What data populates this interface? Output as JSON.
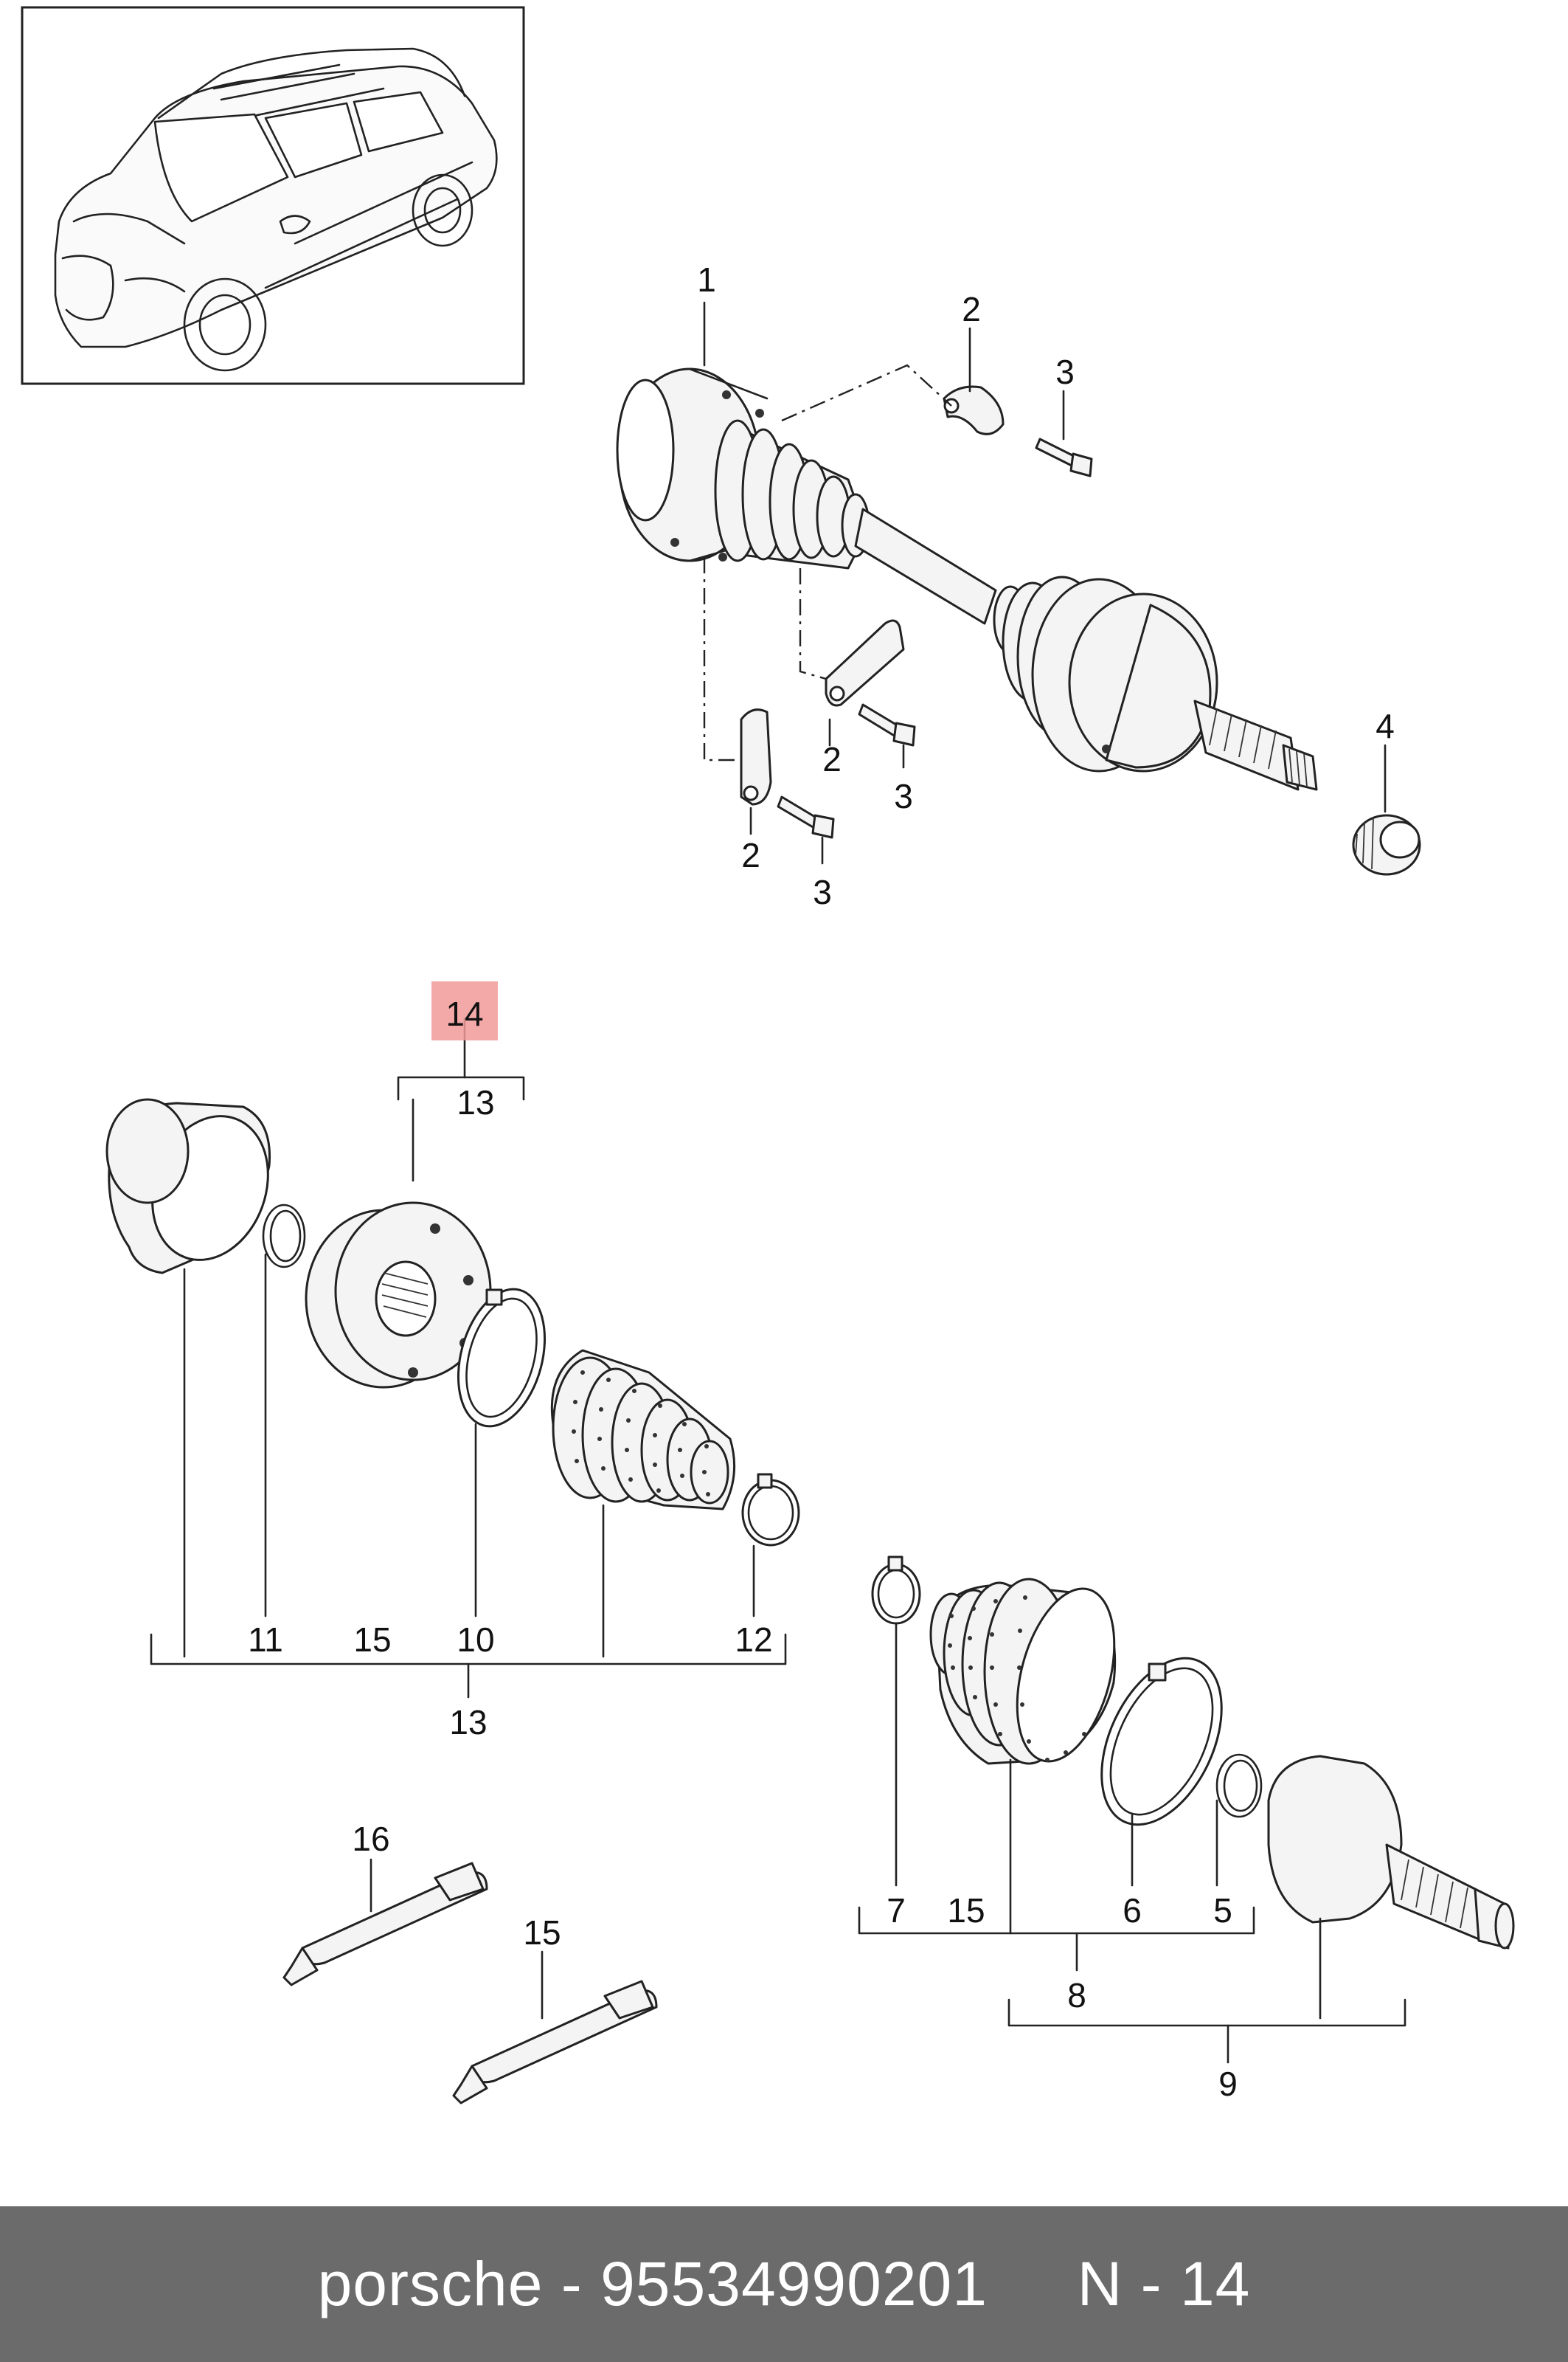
{
  "labels": {
    "l1": "1",
    "l2a": "2",
    "l3a": "3",
    "l2b": "2",
    "l3b": "3",
    "l2c": "2",
    "l3c": "3",
    "l4": "4",
    "l14": "14",
    "l13a": "13",
    "l11": "11",
    "l15a": "15",
    "l10": "10",
    "l12": "12",
    "l13b": "13",
    "l16": "16",
    "l15b": "15",
    "l7": "7",
    "l15c": "15",
    "l6": "6",
    "l5": "5",
    "l8": "8",
    "l9": "9"
  },
  "highlight": {
    "label": "14",
    "color": "#f29a9a"
  },
  "footer": {
    "brand": "porsche",
    "part_number": "95534990201",
    "ref": "N - 14",
    "text": "porsche - 95534990201     N - 14",
    "background": "#6b6b6b"
  }
}
